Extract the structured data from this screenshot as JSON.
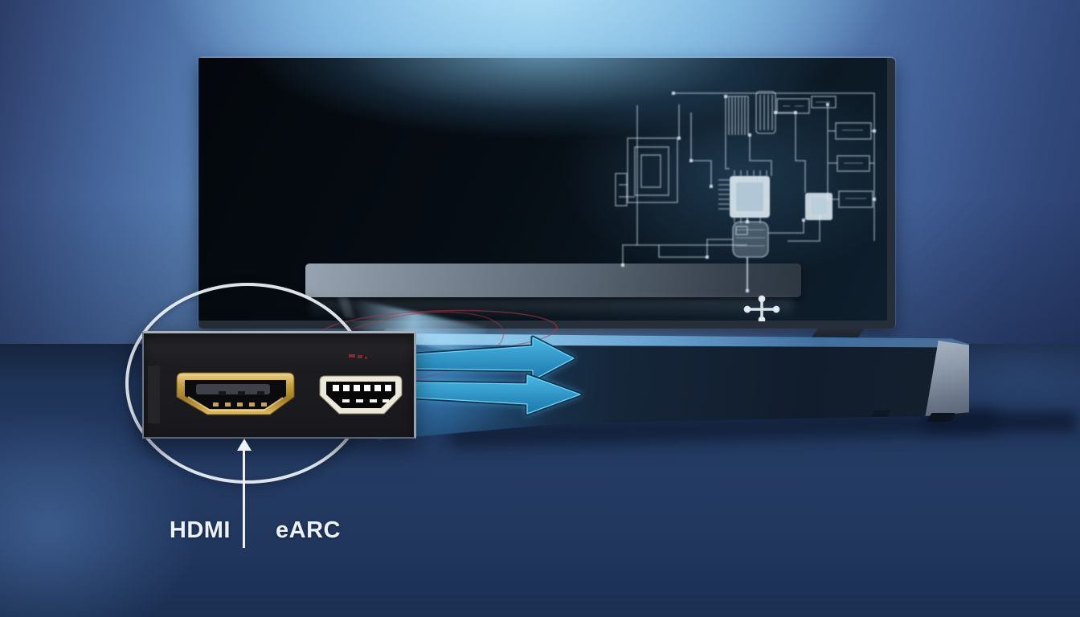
{
  "diagram": {
    "labels": {
      "hdmi": "HDMI",
      "earc": "eARC"
    },
    "ports": [
      {
        "id": "hdmi-port",
        "label": "HDMI",
        "style": "gold 19-pin HDMI receptacle"
      },
      {
        "id": "earc-port",
        "label": "eARC",
        "style": "HDMI receptacle with white pins"
      }
    ],
    "arrows": {
      "direction": "right",
      "count": 2
    },
    "scene_icons": [
      "circuit-schematic",
      "crosshair-marker",
      "magnifier-callout-ring",
      "signal-arrows",
      "pointer-up-arrow",
      "red-orbit-lines"
    ]
  },
  "theme": {
    "arrow_blue": "#2f9fd0",
    "arrow_edge": "#0d2b46",
    "hdmi_gold": "#c9a348",
    "label_white": "#edf2f8",
    "ring_white": "#e9eff6",
    "accent_red": "#b23848",
    "wall_blue": "#85bde5",
    "floor_navy": "#1e3357",
    "schematic_white": "#d4e4f0",
    "panel_black": "#1d1d21"
  }
}
